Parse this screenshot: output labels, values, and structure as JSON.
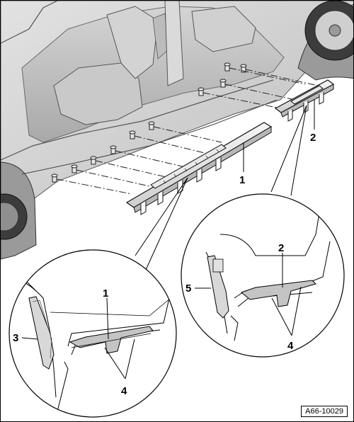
{
  "figure": {
    "reference": "A66-10029",
    "callouts": {
      "c1_top": "1",
      "c2_top": "2",
      "c1_detail": "1",
      "c2_detail": "2",
      "c3": "3",
      "c4_left": "4",
      "c4_right": "4",
      "c5": "5"
    }
  }
}
